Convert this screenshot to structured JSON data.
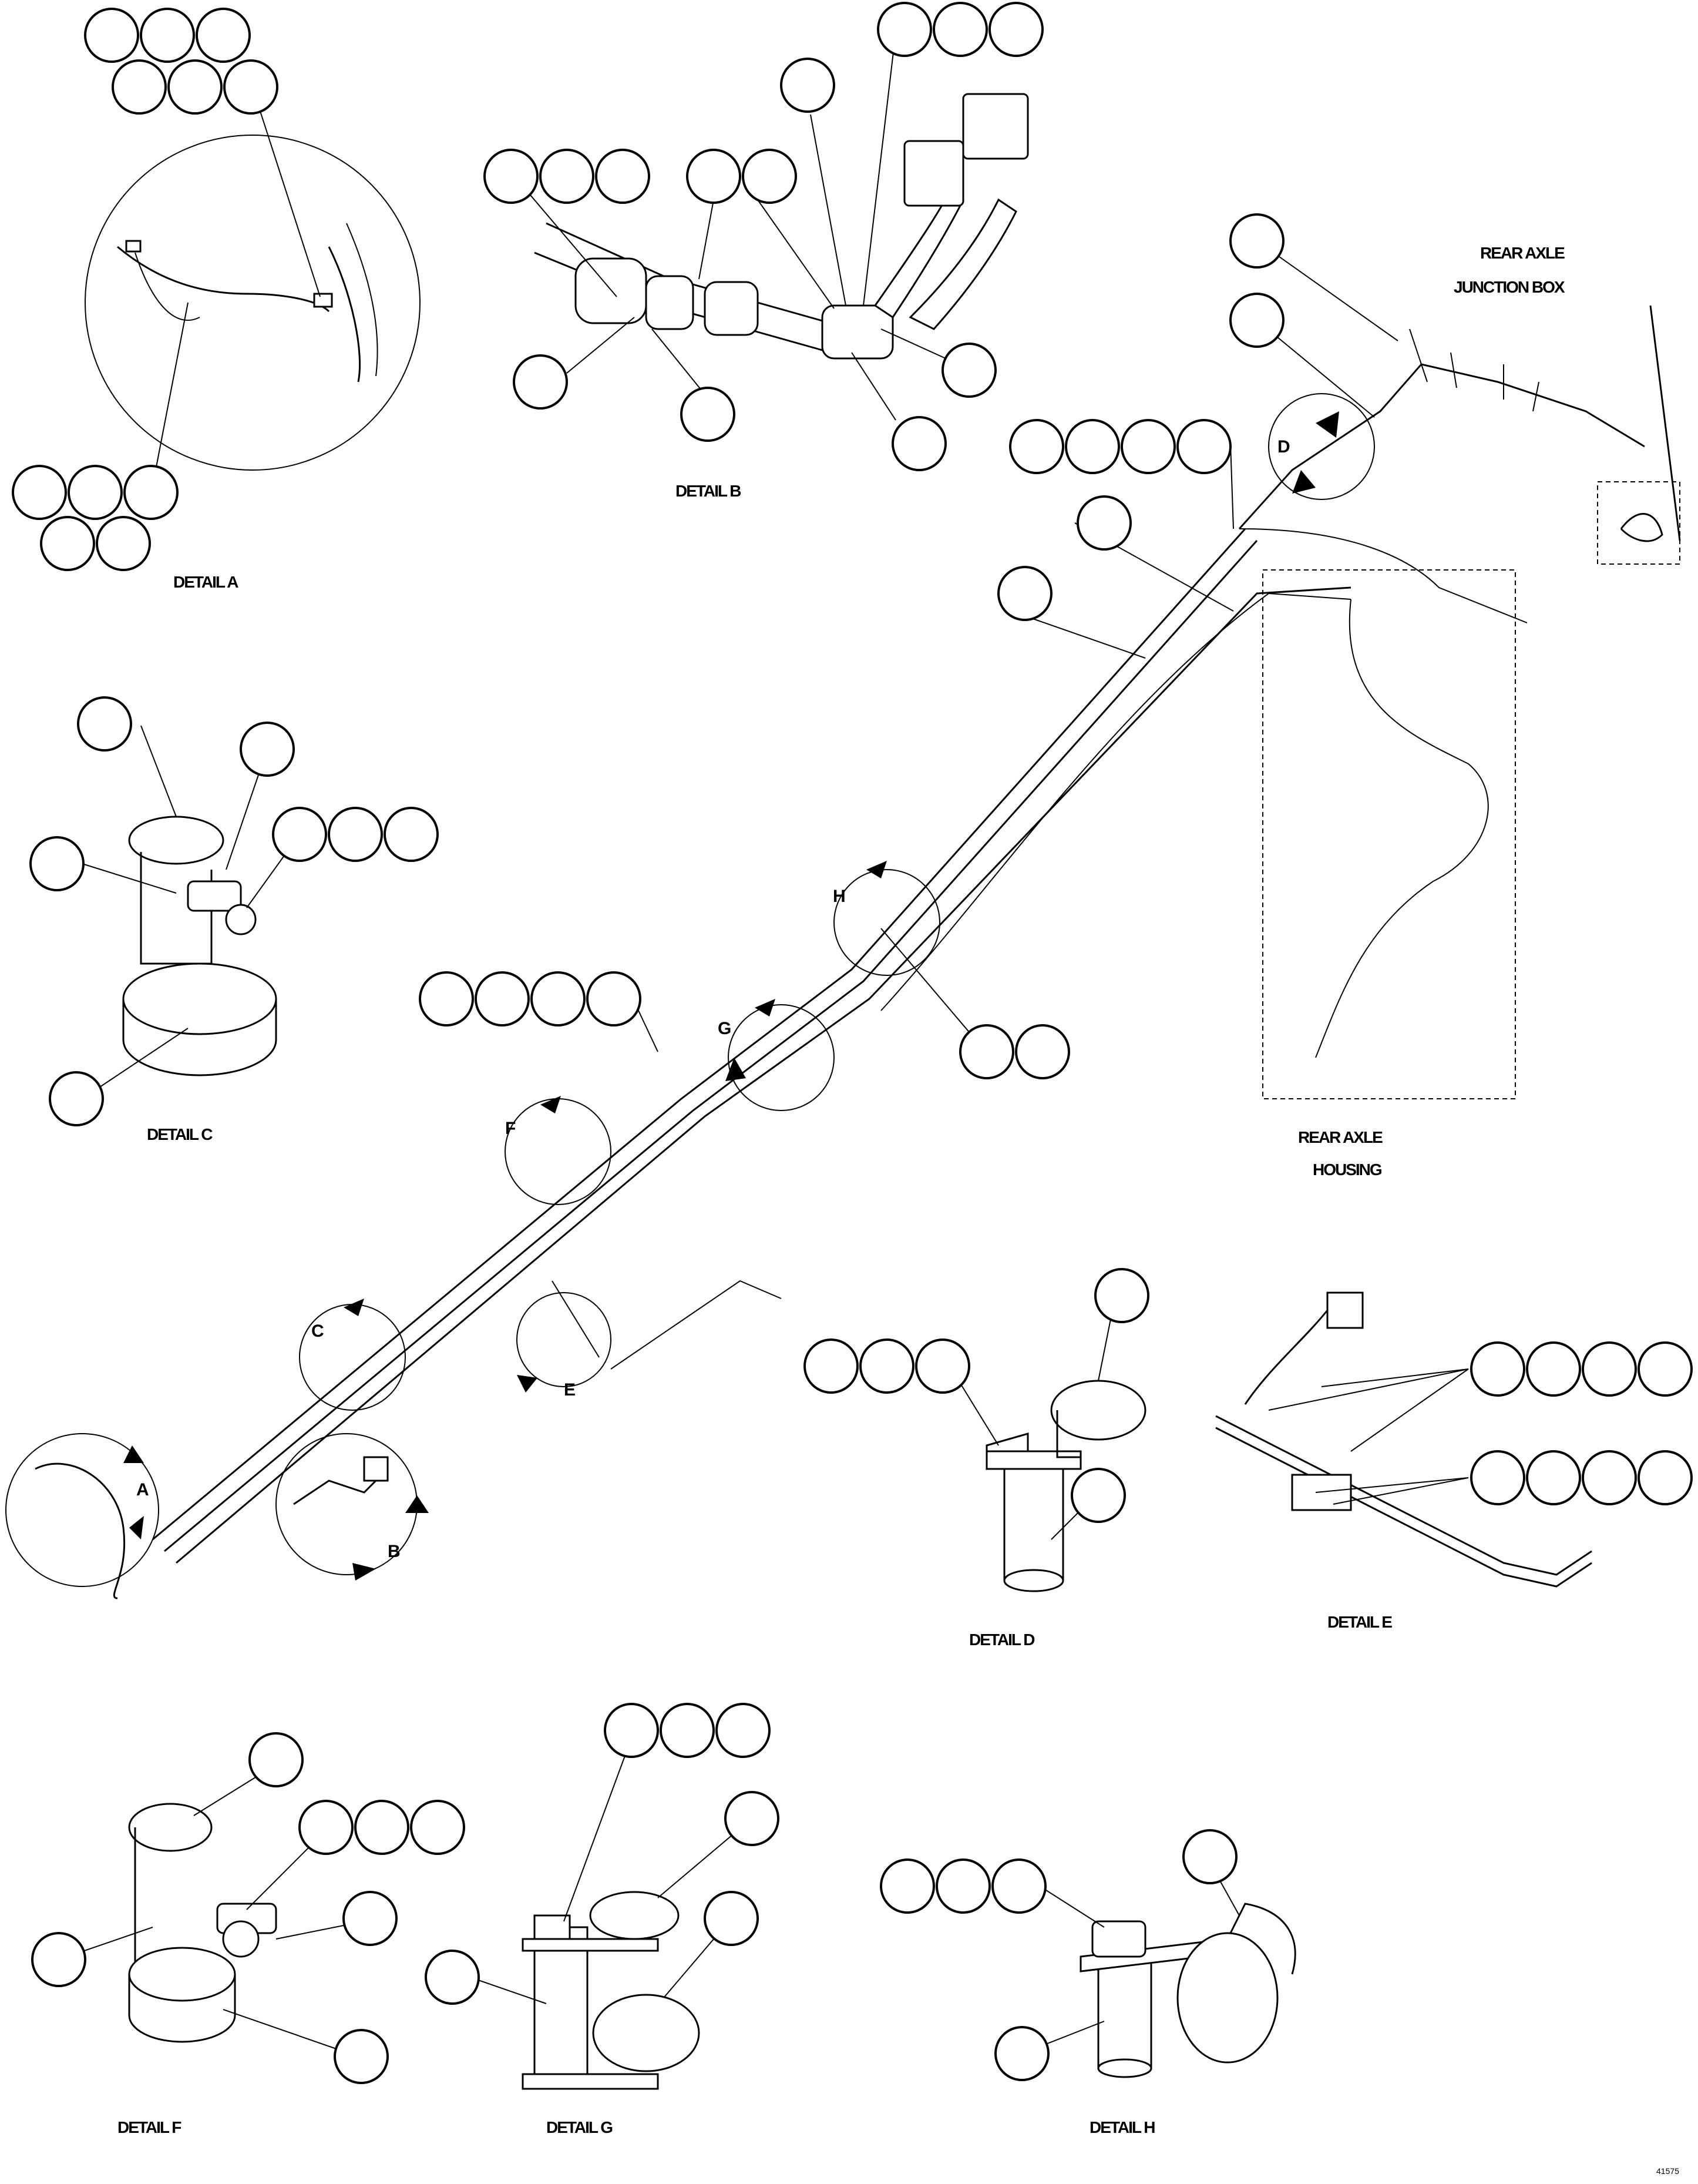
{
  "labels": {
    "rear_axle_junction_box_line1": "REAR AXLE",
    "rear_axle_junction_box_line2": "JUNCTION BOX",
    "rear_axle_housing_line1": "REAR AXLE",
    "rear_axle_housing_line2": "HOUSING",
    "figure_id": "41575"
  },
  "details": {
    "a": "DETAIL A",
    "b": "DETAIL B",
    "c": "DETAIL C",
    "d": "DETAIL D",
    "e": "DETAIL E",
    "f": "DETAIL F",
    "g": "DETAIL G",
    "h": "DETAIL H"
  },
  "view_letters": {
    "a": "A",
    "b": "B",
    "c": "C",
    "d": "D",
    "e": "E",
    "f": "F",
    "g": "G",
    "h": "H"
  }
}
